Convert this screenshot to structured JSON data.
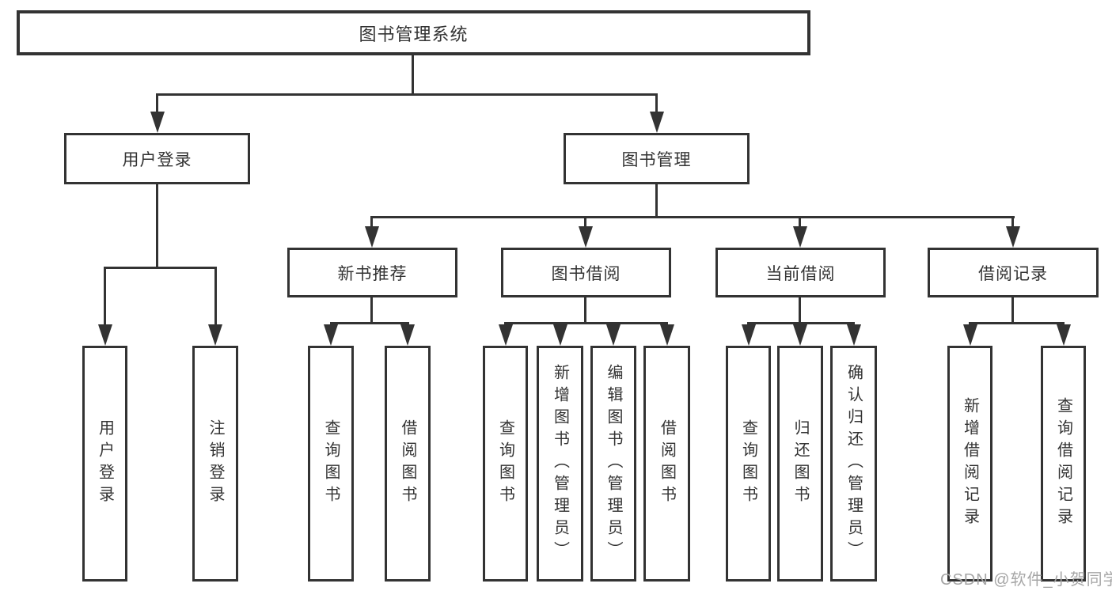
{
  "diagram_title": "图书管理系统",
  "tree": {
    "label": "图书管理系统",
    "children": [
      {
        "label": "用户登录",
        "children": [
          {
            "label": "用户登录"
          },
          {
            "label": "注销登录"
          }
        ]
      },
      {
        "label": "图书管理",
        "children": [
          {
            "label": "新书推荐",
            "children": [
              {
                "label": "查询图书"
              },
              {
                "label": "借阅图书"
              }
            ]
          },
          {
            "label": "图书借阅",
            "children": [
              {
                "label": "查询图书"
              },
              {
                "label": "新增图书（管理员）"
              },
              {
                "label": "编辑图书（管理员）"
              },
              {
                "label": "借阅图书"
              }
            ]
          },
          {
            "label": "当前借阅",
            "children": [
              {
                "label": "查询图书"
              },
              {
                "label": "归还图书"
              },
              {
                "label": "确认归还（管理员）"
              }
            ]
          },
          {
            "label": "借阅记录",
            "children": [
              {
                "label": "新增借阅记录"
              },
              {
                "label": "查询借阅记录"
              }
            ]
          }
        ]
      }
    ]
  },
  "watermark": "CSDN @软件_小贺同学",
  "colors": {
    "line": "#333333",
    "box_border": "#333333",
    "text": "#333333",
    "watermark": "#a6a6a6",
    "background": "#ffffff"
  }
}
